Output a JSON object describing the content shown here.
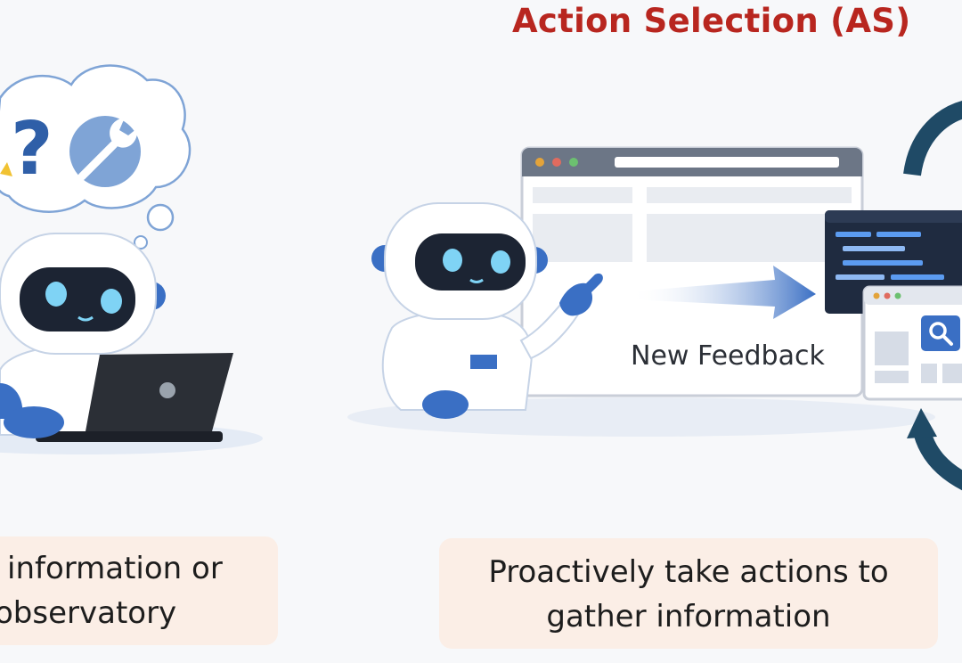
{
  "title": "Action Selection (AS)",
  "feedback_label": "New Feedback",
  "captions": {
    "left": {
      "line1": "information or",
      "line2": "observatory"
    },
    "right": {
      "line1": "Proactively take actions  to",
      "line2": "gather information"
    }
  },
  "colors": {
    "title": "#b8261f",
    "robot_blue": "#3a6fc4",
    "robot_visor": "#1c2433",
    "robot_eyes": "#7fd3f5",
    "caption_bg": "#fbeee6",
    "cycle_arrows": "#1f4a66"
  },
  "icons": [
    "question-mark-icon",
    "wrench-icon",
    "search-icon",
    "arrow-right-icon"
  ]
}
